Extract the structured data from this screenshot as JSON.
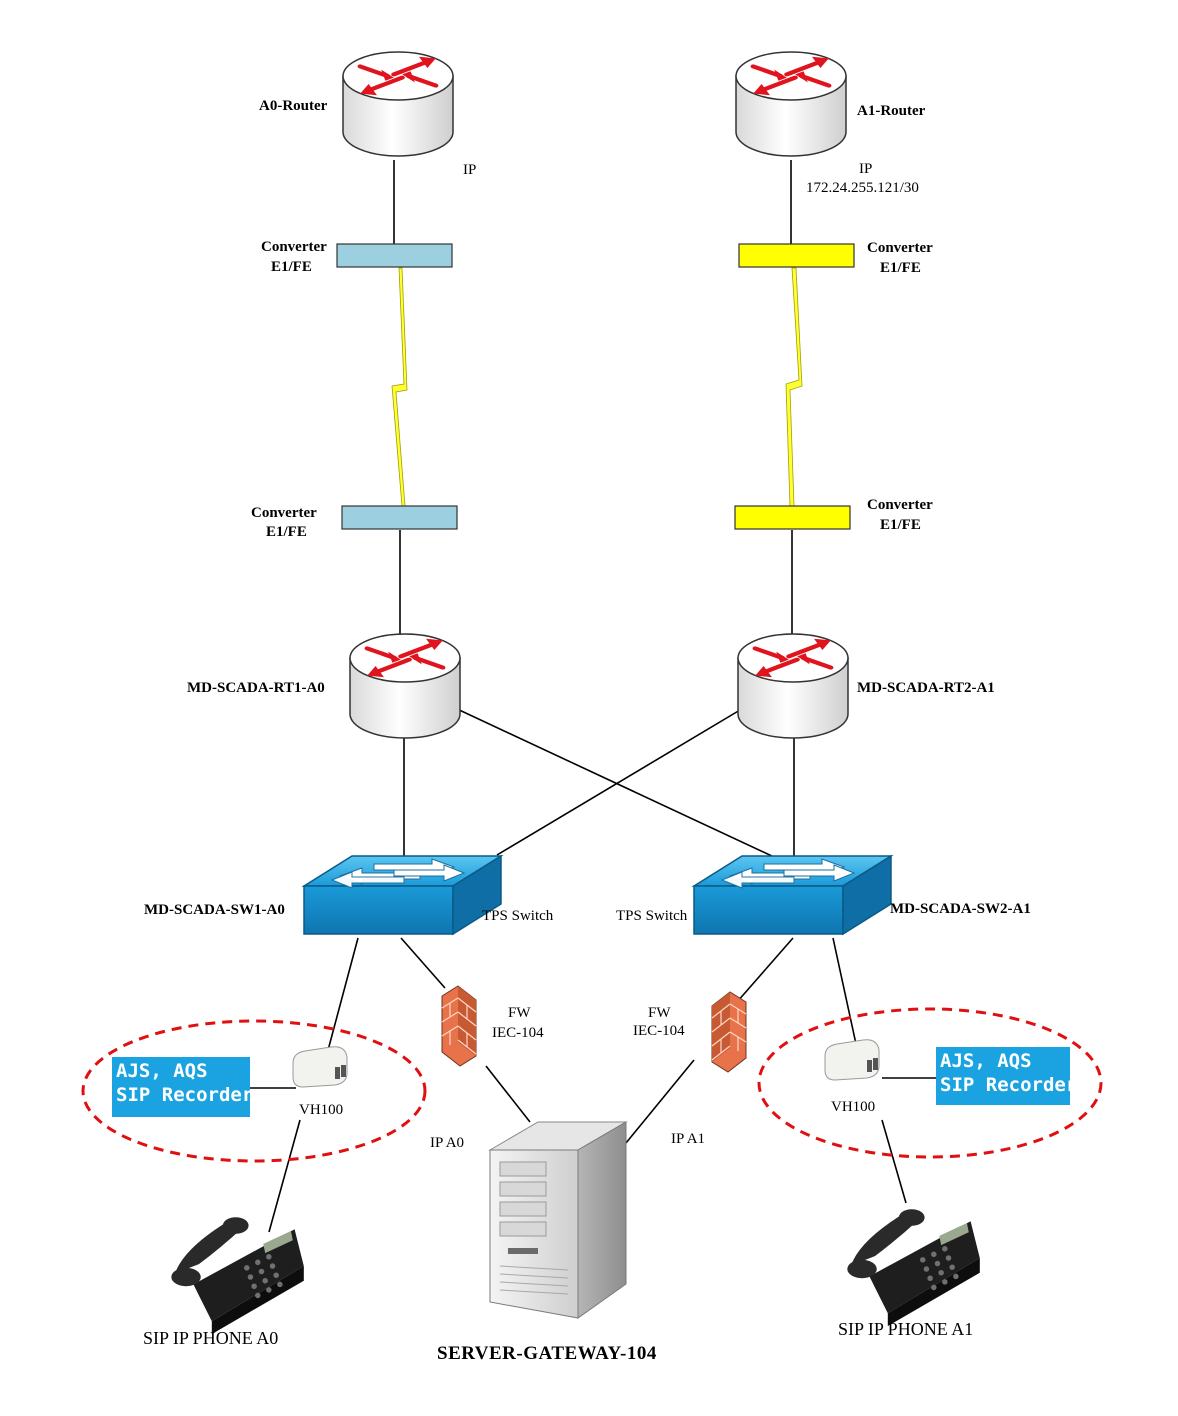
{
  "routers": {
    "a0": {
      "name": "A0-Router",
      "ip_label": "IP"
    },
    "a1": {
      "name": "A1-Router",
      "ip_label": "IP",
      "ip_value": "172.24.255.121/30"
    }
  },
  "converters": {
    "top_left": {
      "line1": "Converter",
      "line2": "E1/FE",
      "color": "#9ccfe0"
    },
    "top_right": {
      "line1": "Converter",
      "line2": "E1/FE",
      "color": "#ffff00"
    },
    "bottom_left": {
      "line1": "Converter",
      "line2": "E1/FE",
      "color": "#9ccfe0"
    },
    "bottom_right": {
      "line1": "Converter",
      "line2": "E1/FE",
      "color": "#ffff00"
    }
  },
  "scada_routers": {
    "rt1": "MD-SCADA-RT1-A0",
    "rt2": "MD-SCADA-RT2-A1"
  },
  "switches": {
    "sw1": {
      "name": "MD-SCADA-SW1-A0",
      "type": "TPS Switch"
    },
    "sw2": {
      "name": "MD-SCADA-SW2-A1",
      "type": "TPS Switch"
    }
  },
  "firewalls": {
    "left": {
      "line1": "FW",
      "line2": "IEC-104"
    },
    "right": {
      "line1": "FW",
      "line2": "IEC-104"
    }
  },
  "gateways": {
    "left": "VH100",
    "right": "VH100"
  },
  "recorders": {
    "left": {
      "line1": "AJS, AQS",
      "line2": "SIP Recorder"
    },
    "right": {
      "line1": "AJS, AQS",
      "line2": "SIP Recorder"
    }
  },
  "ip_links": {
    "left": "IP A0",
    "right": "IP A1"
  },
  "server": {
    "name": "SERVER-GATEWAY-104"
  },
  "phones": {
    "left": "SIP IP PHONE A0",
    "right": "SIP IP PHONE A1"
  },
  "colors": {
    "router_arrow": "#e0141e",
    "switch_blue": "#1899d6",
    "recorder_blue": "#1aa3e0",
    "dashed_ring": "#e01010",
    "lightning": "#ffff33",
    "firewall": "#e8734a"
  }
}
